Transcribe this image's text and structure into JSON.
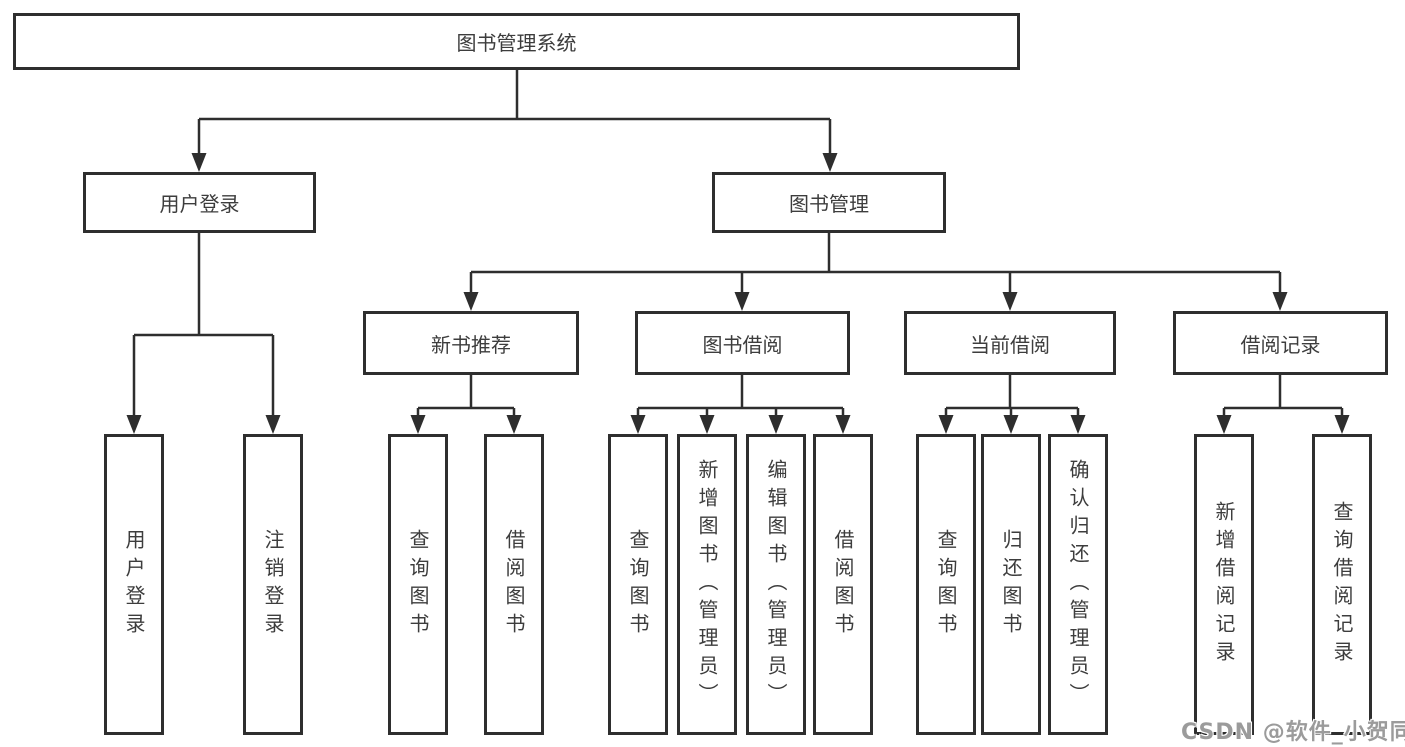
{
  "diagram": {
    "root": {
      "label": "图书管理系统"
    },
    "branches": [
      {
        "label": "用户登录",
        "children": [
          {
            "label": "用户登录"
          },
          {
            "label": "注销登录"
          }
        ]
      },
      {
        "label": "图书管理",
        "children": [
          {
            "label": "新书推荐",
            "children": [
              {
                "label": "查询图书"
              },
              {
                "label": "借阅图书"
              }
            ]
          },
          {
            "label": "图书借阅",
            "children": [
              {
                "label": "查询图书"
              },
              {
                "label": "新增图书（管理员）"
              },
              {
                "label": "编辑图书（管理员）"
              },
              {
                "label": "借阅图书"
              }
            ]
          },
          {
            "label": "当前借阅",
            "children": [
              {
                "label": "查询图书"
              },
              {
                "label": "归还图书"
              },
              {
                "label": "确认归还（管理员）"
              }
            ]
          },
          {
            "label": "借阅记录",
            "children": [
              {
                "label": "新增借阅记录"
              },
              {
                "label": "查询借阅记录"
              }
            ]
          }
        ]
      }
    ],
    "watermark": "CSDN @软件_小贺同学",
    "colors": {
      "line": "#2e2e2e",
      "text": "#3d3d3d",
      "background": "#ffffff",
      "watermark": "#9b9b9b"
    }
  }
}
